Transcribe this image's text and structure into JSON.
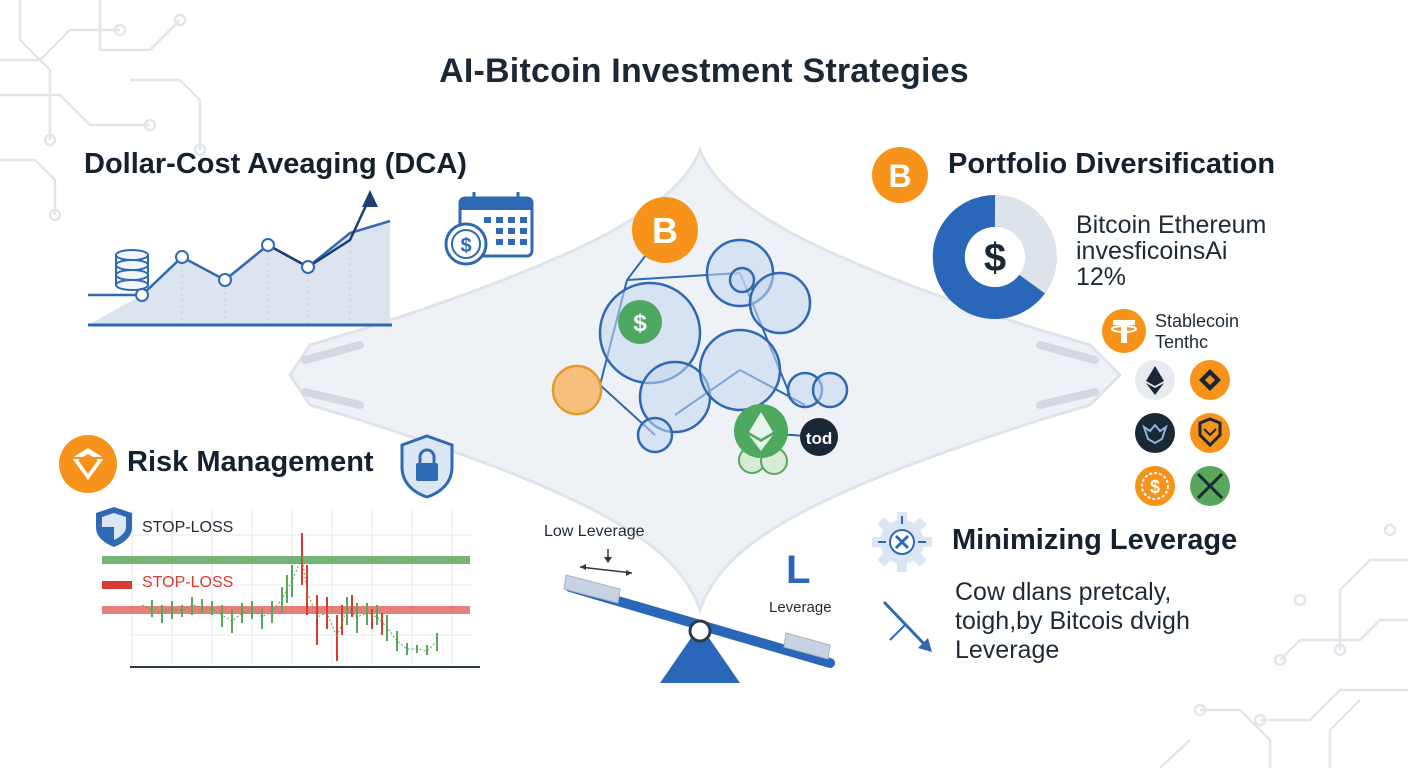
{
  "title": "AI-Bitcoin Investment Strategies",
  "dca": {
    "heading": "Dollar-Cost Aveaging (DCA)",
    "calendar_icon": "calendar-dollar-icon"
  },
  "portfolio": {
    "heading": "Portfolio Diversification",
    "donut_text": [
      "Bitcoin Ethereum",
      "invesficoinsAi",
      "12%"
    ],
    "stablecoin_label": [
      "Stablecoin",
      "Tenthc"
    ],
    "coin_icons": [
      "ethereum-icon",
      "binance-icon",
      "ai-bull-icon",
      "shield-token-icon",
      "dollar-coin-icon",
      "crossed-coin-icon"
    ]
  },
  "center": {
    "bubble_label": "tod"
  },
  "risk": {
    "heading": "Risk Management",
    "stop_loss_top": "STOP-LOSS",
    "stop_loss_line": "STOP-LOSS"
  },
  "leverage": {
    "low_label": "Low Leverage",
    "big_letter": "L",
    "high_label": "Leverage",
    "heading": "Minimizing Leverage",
    "text_lines": [
      "Cow dlans pretcaly,",
      "toigh,by Bitcois dvigh",
      "Leverage"
    ]
  },
  "colors": {
    "bitcoin_orange": "#f7931a",
    "accent_blue": "#2f69b3",
    "stop_green": "#58a75a",
    "stop_red": "#d93a32"
  }
}
